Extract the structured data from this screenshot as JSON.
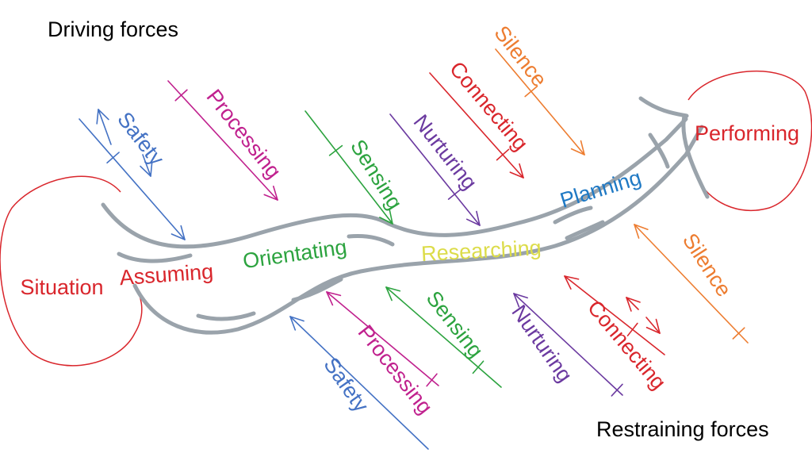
{
  "titles": {
    "driving": "Driving forces",
    "restraining": "Restraining forces"
  },
  "colors": {
    "river": "#9aa3ab",
    "red": "#d9262c",
    "blue": "#4472c4",
    "magenta": "#c0218e",
    "green": "#2ca33f",
    "purple": "#6b3aa0",
    "orange": "#ed7d31",
    "yellow": "#dcdc4a",
    "cyan_blue": "#1f79c4",
    "black": "#000000"
  },
  "start": {
    "label": "Situation",
    "color": "red"
  },
  "end": {
    "label": "Performing",
    "color": "red"
  },
  "stages": [
    {
      "label": "Assuming",
      "color": "red"
    },
    {
      "label": "Orientating",
      "color": "green"
    },
    {
      "label": "Researching",
      "color": "yellow"
    },
    {
      "label": "Planning",
      "color": "cyan_blue"
    }
  ],
  "driving_forces": [
    {
      "label": "Safety",
      "color": "blue"
    },
    {
      "label": "Processing",
      "color": "magenta"
    },
    {
      "label": "Sensing",
      "color": "green"
    },
    {
      "label": "Nurturing",
      "color": "purple"
    },
    {
      "label": "Connecting",
      "color": "red"
    },
    {
      "label": "Silence",
      "color": "orange"
    }
  ],
  "restraining_forces": [
    {
      "label": "Safety",
      "color": "blue"
    },
    {
      "label": "Processing",
      "color": "magenta"
    },
    {
      "label": "Sensing",
      "color": "green"
    },
    {
      "label": "Nurturing",
      "color": "purple"
    },
    {
      "label": "Connecting",
      "color": "red"
    },
    {
      "label": "Silence",
      "color": "orange"
    }
  ]
}
